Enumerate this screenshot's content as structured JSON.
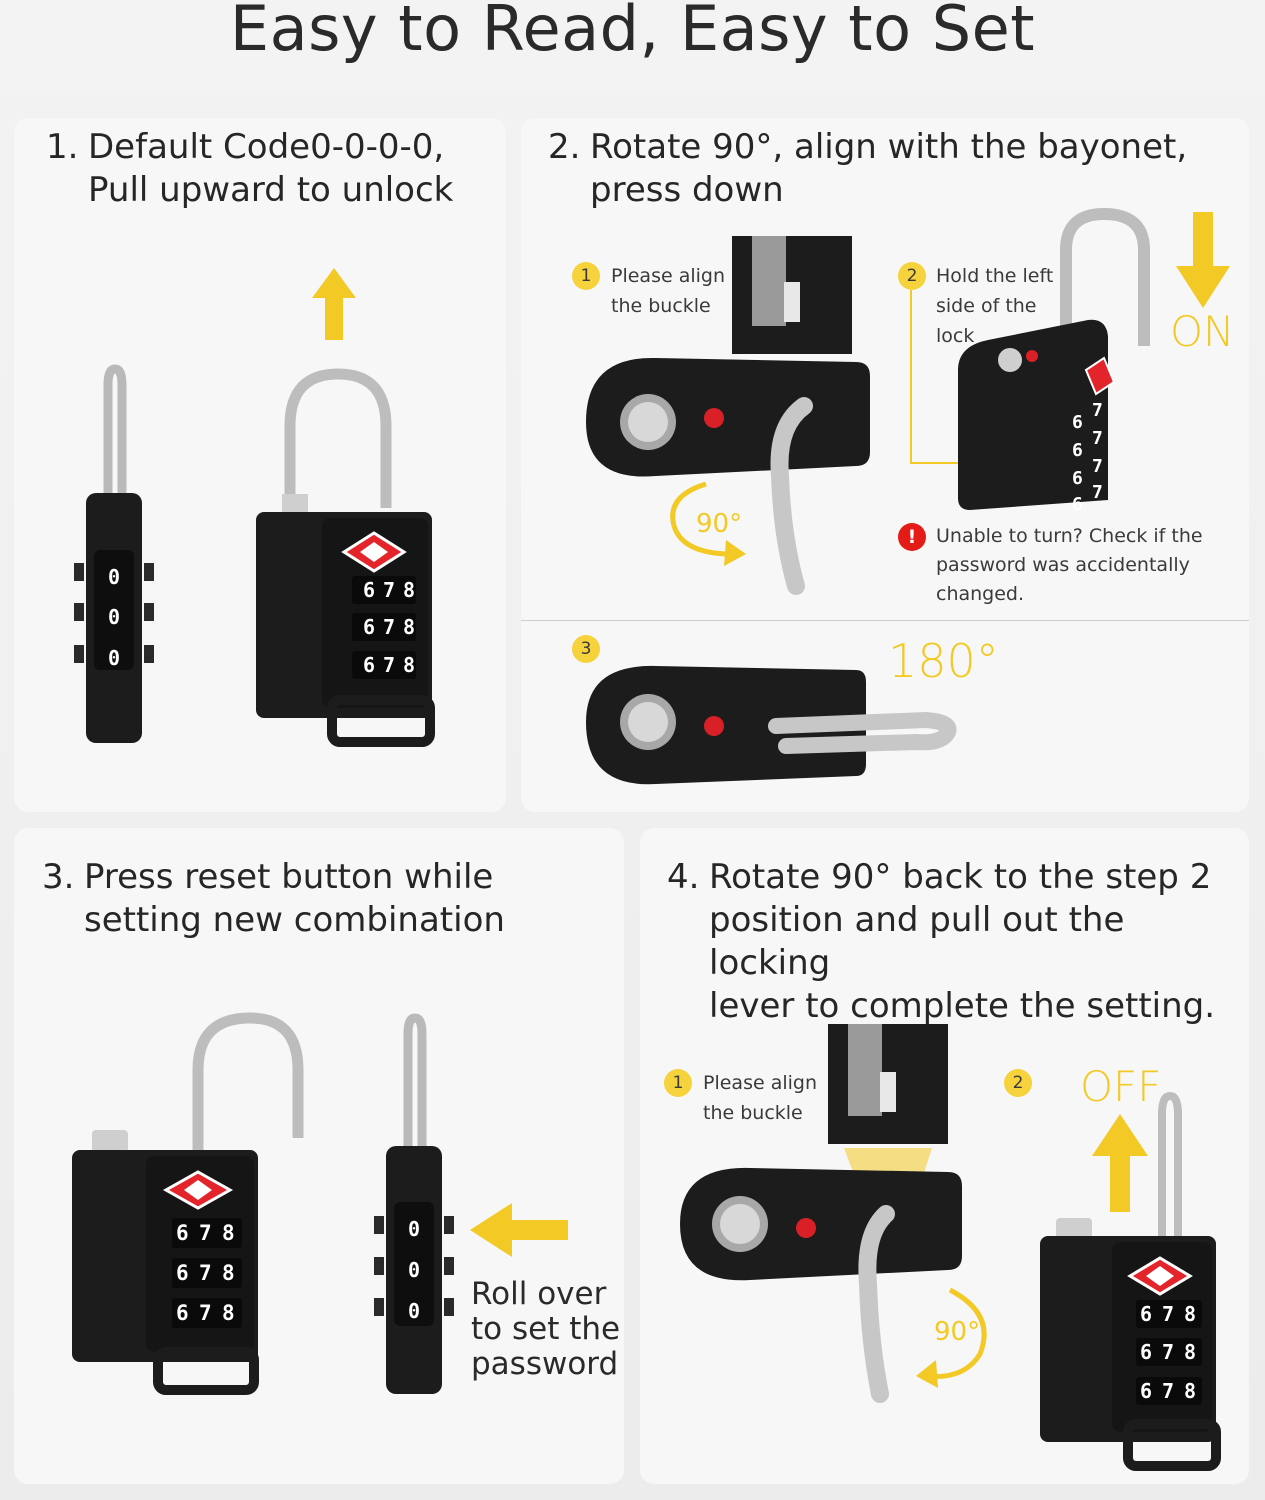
{
  "title": "Easy to Read, Easy to Set",
  "colors": {
    "accent_yellow": "#f3c925",
    "lock_black": "#1c1c1c",
    "tsa_red": "#e3242b",
    "alert_red": "#e41b17"
  },
  "steps": [
    {
      "num": "1.",
      "text": "Default Code0-0-0-0,\nPull upward to unlock"
    },
    {
      "num": "2.",
      "text": "Rotate 90°, align with the bayonet,\npress down"
    },
    {
      "num": "3.",
      "text": "Press reset button while\nsetting new combination"
    },
    {
      "num": "4.",
      "text": "Rotate 90° back to the step 2\nposition and pull out the locking\nlever to complete the setting."
    }
  ],
  "step2": {
    "sub1": {
      "badge": "1",
      "text": "Please align\nthe buckle"
    },
    "sub2": {
      "badge": "2",
      "text": "Hold the left\nside of the\nlock"
    },
    "on_label": "ON",
    "rotate_label": "90°",
    "alert": {
      "icon": "!",
      "text": "Unable to turn? Check if the\npassword was accidentally\nchanged."
    },
    "sub3": {
      "badge": "3"
    },
    "angle_label": "180°"
  },
  "step3": {
    "roll_text": "Roll over\nto set the\npassword"
  },
  "step4": {
    "sub1": {
      "badge": "1",
      "text": "Please align\nthe buckle"
    },
    "sub2": {
      "badge": "2"
    },
    "off_label": "OFF",
    "rotate_label": "90°"
  },
  "dials": {
    "default_digit": "0",
    "combo_row": [
      "6",
      "7",
      "8"
    ],
    "tilted_digits": [
      "6",
      "6",
      "6",
      "6"
    ],
    "tilted_sevens": [
      "7",
      "7",
      "7",
      "7"
    ]
  },
  "icons": [
    "arrow-up-icon",
    "arrow-down-icon",
    "arrow-left-icon",
    "rotate-arrow-icon",
    "alert-icon",
    "tsa-diamond-icon"
  ]
}
